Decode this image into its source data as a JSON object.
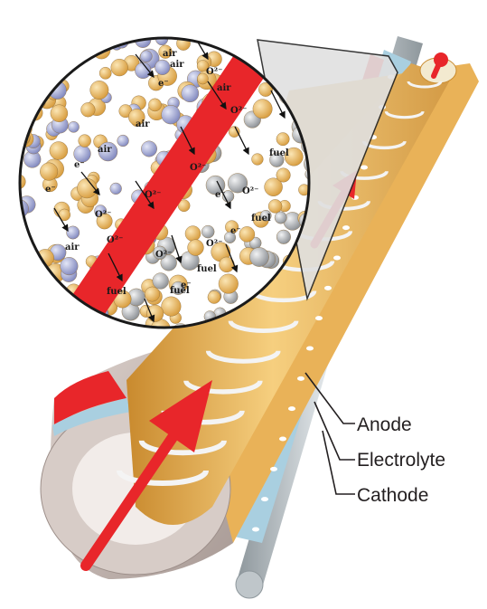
{
  "diagram": {
    "labels": {
      "anode": "Anode",
      "electrolyte": "Electrolyte",
      "cathode": "Cathode"
    },
    "species": {
      "air": "air",
      "fuel": "fuel",
      "oxide_ion": "O²⁻",
      "electron": "e⁻"
    }
  },
  "colors": {
    "anode": "#f2c16a",
    "anode_shadow": "#d9983a",
    "electrolyte": "#e8262a",
    "cathode": "#a9cfe0",
    "tube_shell": "#c9bcb7",
    "tube_inner": "#9d8f8a",
    "rod": "#c8cfd3",
    "air_molecule": "#a8aed8",
    "fuel_molecule": "#b5b8bc",
    "arrow": "#e8262a",
    "text": "#231f20"
  }
}
